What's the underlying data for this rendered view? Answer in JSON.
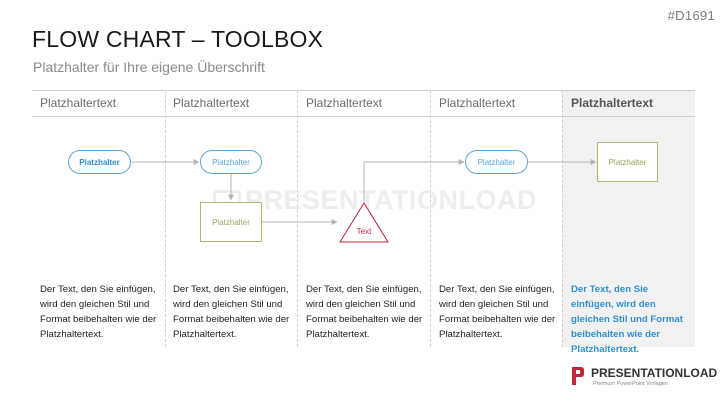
{
  "slide": {
    "id": "#D1691",
    "title": "FLOW CHART – TOOLBOX",
    "subtitle": "Platzhalter für Ihre eigene Überschrift"
  },
  "columns": [
    {
      "header": "Platzhaltertext",
      "body": "Der Text, den Sie einfügen, wird den gleichen Stil und Format beibehalten wie der Platzhaltertext.",
      "highlighted": false
    },
    {
      "header": "Platzhaltertext",
      "body": "Der Text, den Sie einfügen, wird den gleichen Stil und Format beibehalten wie der Platzhaltertext.",
      "highlighted": false
    },
    {
      "header": "Platzhaltertext",
      "body": "Der Text, den Sie einfügen, wird den gleichen Stil und Format beibehalten wie der Platzhaltertext.",
      "highlighted": false
    },
    {
      "header": "Platzhaltertext",
      "body": "Der Text, den Sie einfügen, wird den gleichen Stil und Format beibehalten wie der Platzhaltertext.",
      "highlighted": false
    },
    {
      "header": "Platzhaltertext",
      "body": "Der Text, den Sie einfügen, wird den gleichen Stil und Format beibehalten wie der Platzhaltertext.",
      "highlighted": true
    }
  ],
  "shapes": {
    "terminal_1": "Platzhalter",
    "terminal_2": "Platzhalter",
    "process_1": "Platzhalter",
    "decision_1": "Text",
    "terminal_3": "Platzhalter",
    "process_2": "Platzhalter"
  },
  "watermark": "PRESENTATIONLOAD",
  "logo": {
    "name": "PRESENTATIONLOAD",
    "tagline": "Premium PowerPoint Vorlagen"
  },
  "colors": {
    "accent_blue": "#2f8fd1",
    "accent_green": "#a8bb6c",
    "accent_red": "#c0283a",
    "highlight_bg": "#f1f1f1"
  }
}
